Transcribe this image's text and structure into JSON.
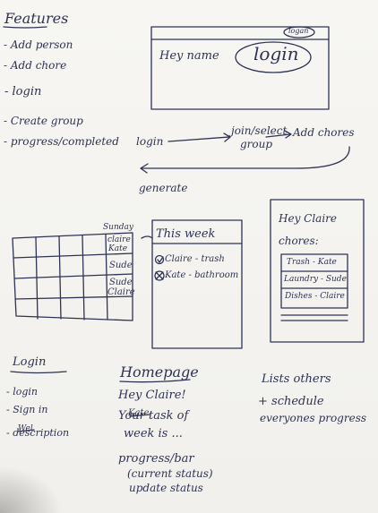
{
  "features": {
    "title": "Features",
    "items": [
      "- Add person",
      "- Add chore",
      "- login",
      "- Create group",
      "- progress/completed"
    ]
  },
  "mockup_top": {
    "corner_label": "logan",
    "greeting": "Hey name",
    "login_label": "login"
  },
  "flow": {
    "step1": "login",
    "step2_line1": "join/select",
    "step2_line2": "group",
    "step3": "Add chores",
    "step4": "generate"
  },
  "calendar": {
    "day": "Sunday",
    "cells": [
      "claire",
      "Kate",
      "Sude",
      "Sude",
      "Claire"
    ]
  },
  "this_week": {
    "title": "This week",
    "items": [
      "Claire - trash",
      "Kate - bathroom"
    ]
  },
  "chores_screen": {
    "greeting": "Hey Claire",
    "label": "chores:",
    "rows": [
      "Trash - Kate",
      "Laundry - Sude",
      "Dishes - Claire"
    ]
  },
  "login_notes": {
    "title": "Login",
    "items": [
      "- login",
      "- Sign in",
      "- description"
    ],
    "struck": [
      "Wel"
    ]
  },
  "homepage_notes": {
    "title": "Homepage",
    "items": [
      "Hey Claire!",
      "Your task of",
      "week is ...",
      "progress/bar",
      "(current status)",
      "update status"
    ],
    "struck": [
      "Kate"
    ]
  },
  "list_notes": {
    "line1": "Lists others",
    "line2": "+ schedule",
    "line3": "everyones progress"
  },
  "colors": {
    "ink": "#2e3354",
    "paper": "#f6f5f2"
  }
}
